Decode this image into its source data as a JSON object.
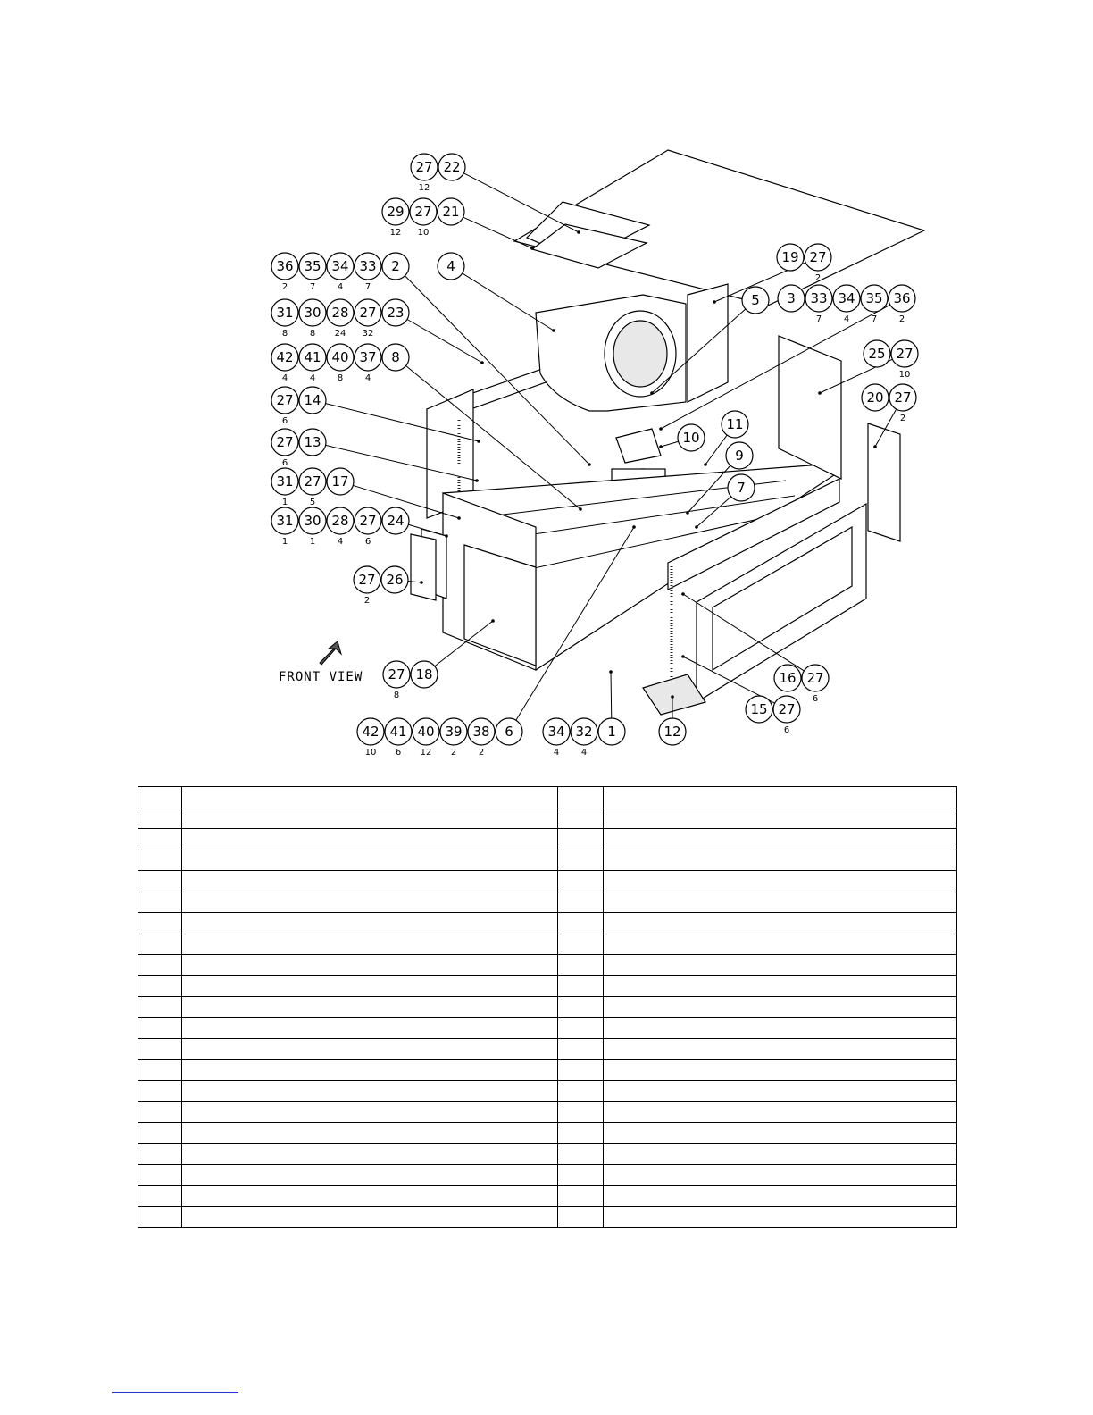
{
  "diagram": {
    "front_view_label": "FRONT VIEW",
    "callouts": [
      {
        "id": "c-27-22",
        "items": [
          {
            "n": "27",
            "q": "12"
          },
          {
            "n": "22",
            "q": ""
          }
        ]
      },
      {
        "id": "c-29-27-21",
        "items": [
          {
            "n": "29",
            "q": "12"
          },
          {
            "n": "27",
            "q": "10"
          },
          {
            "n": "21",
            "q": ""
          }
        ]
      },
      {
        "id": "c-36-2",
        "items": [
          {
            "n": "36",
            "q": "2"
          },
          {
            "n": "35",
            "q": "7"
          },
          {
            "n": "34",
            "q": "4"
          },
          {
            "n": "33",
            "q": "7"
          },
          {
            "n": "2",
            "q": ""
          }
        ]
      },
      {
        "id": "c-4",
        "items": [
          {
            "n": "4",
            "q": ""
          }
        ]
      },
      {
        "id": "c-19-27",
        "items": [
          {
            "n": "19",
            "q": ""
          },
          {
            "n": "27",
            "q": "2"
          }
        ]
      },
      {
        "id": "c-31-23",
        "items": [
          {
            "n": "31",
            "q": "8"
          },
          {
            "n": "30",
            "q": "8"
          },
          {
            "n": "28",
            "q": "24"
          },
          {
            "n": "27",
            "q": "32"
          },
          {
            "n": "23",
            "q": ""
          }
        ]
      },
      {
        "id": "c-5",
        "items": [
          {
            "n": "5",
            "q": ""
          }
        ]
      },
      {
        "id": "c-3-36",
        "items": [
          {
            "n": "3",
            "q": ""
          },
          {
            "n": "33",
            "q": "7"
          },
          {
            "n": "34",
            "q": "4"
          },
          {
            "n": "35",
            "q": "7"
          },
          {
            "n": "36",
            "q": "2"
          }
        ]
      },
      {
        "id": "c-42-8",
        "items": [
          {
            "n": "42",
            "q": "4"
          },
          {
            "n": "41",
            "q": "4"
          },
          {
            "n": "40",
            "q": "8"
          },
          {
            "n": "37",
            "q": "4"
          },
          {
            "n": "8",
            "q": ""
          }
        ]
      },
      {
        "id": "c-25-27",
        "items": [
          {
            "n": "25",
            "q": ""
          },
          {
            "n": "27",
            "q": "10"
          }
        ]
      },
      {
        "id": "c-27-14",
        "items": [
          {
            "n": "27",
            "q": "6"
          },
          {
            "n": "14",
            "q": ""
          }
        ]
      },
      {
        "id": "c-20-27",
        "items": [
          {
            "n": "20",
            "q": ""
          },
          {
            "n": "27",
            "q": "2"
          }
        ]
      },
      {
        "id": "c-11",
        "items": [
          {
            "n": "11",
            "q": ""
          }
        ]
      },
      {
        "id": "c-10",
        "items": [
          {
            "n": "10",
            "q": ""
          }
        ]
      },
      {
        "id": "c-27-13",
        "items": [
          {
            "n": "27",
            "q": "6"
          },
          {
            "n": "13",
            "q": ""
          }
        ]
      },
      {
        "id": "c-9",
        "items": [
          {
            "n": "9",
            "q": ""
          }
        ]
      },
      {
        "id": "c-31-17",
        "items": [
          {
            "n": "31",
            "q": "1"
          },
          {
            "n": "27",
            "q": "5"
          },
          {
            "n": "17",
            "q": ""
          }
        ]
      },
      {
        "id": "c-7",
        "items": [
          {
            "n": "7",
            "q": ""
          }
        ]
      },
      {
        "id": "c-31-24",
        "items": [
          {
            "n": "31",
            "q": "1"
          },
          {
            "n": "30",
            "q": "1"
          },
          {
            "n": "28",
            "q": "4"
          },
          {
            "n": "27",
            "q": "6"
          },
          {
            "n": "24",
            "q": ""
          }
        ]
      },
      {
        "id": "c-27-26",
        "items": [
          {
            "n": "27",
            "q": "2"
          },
          {
            "n": "26",
            "q": ""
          }
        ]
      },
      {
        "id": "c-27-18",
        "items": [
          {
            "n": "27",
            "q": "8"
          },
          {
            "n": "18",
            "q": ""
          }
        ]
      },
      {
        "id": "c-16-27",
        "items": [
          {
            "n": "16",
            "q": ""
          },
          {
            "n": "27",
            "q": "6"
          }
        ]
      },
      {
        "id": "c-15-27",
        "items": [
          {
            "n": "15",
            "q": ""
          },
          {
            "n": "27",
            "q": "6"
          }
        ]
      },
      {
        "id": "c-42-6",
        "items": [
          {
            "n": "42",
            "q": "10"
          },
          {
            "n": "41",
            "q": "6"
          },
          {
            "n": "40",
            "q": "12"
          },
          {
            "n": "39",
            "q": "2"
          },
          {
            "n": "38",
            "q": "2"
          },
          {
            "n": "6",
            "q": ""
          }
        ]
      },
      {
        "id": "c-34-1",
        "items": [
          {
            "n": "34",
            "q": "4"
          },
          {
            "n": "32",
            "q": "4"
          },
          {
            "n": "1",
            "q": ""
          }
        ]
      },
      {
        "id": "c-12",
        "items": [
          {
            "n": "12",
            "q": ""
          }
        ]
      }
    ]
  },
  "parts_table": {
    "rows": [
      [
        "",
        "",
        "",
        ""
      ],
      [
        "",
        "",
        "",
        ""
      ],
      [
        "",
        "",
        "",
        ""
      ],
      [
        "",
        "",
        "",
        ""
      ],
      [
        "",
        "",
        "",
        ""
      ],
      [
        "",
        "",
        "",
        ""
      ],
      [
        "",
        "",
        "",
        ""
      ],
      [
        "",
        "",
        "",
        ""
      ],
      [
        "",
        "",
        "",
        ""
      ],
      [
        "",
        "",
        "",
        ""
      ],
      [
        "",
        "",
        "",
        ""
      ],
      [
        "",
        "",
        "",
        ""
      ],
      [
        "",
        "",
        "",
        ""
      ],
      [
        "",
        "",
        "",
        ""
      ],
      [
        "",
        "",
        "",
        ""
      ],
      [
        "",
        "",
        "",
        ""
      ],
      [
        "",
        "",
        "",
        ""
      ],
      [
        "",
        "",
        "",
        ""
      ],
      [
        "",
        "",
        "",
        ""
      ],
      [
        "",
        "",
        "",
        ""
      ],
      [
        "",
        "",
        "",
        ""
      ]
    ]
  }
}
